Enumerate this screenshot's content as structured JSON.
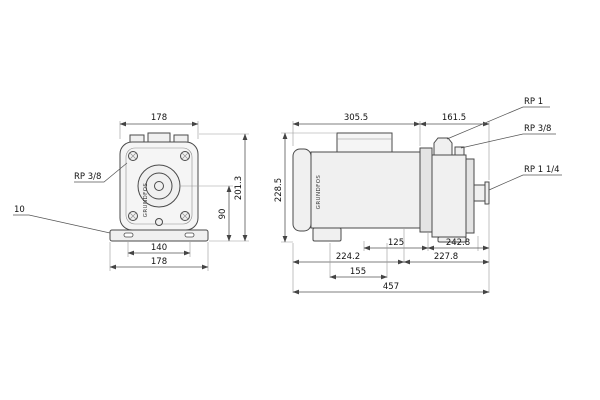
{
  "drawing": {
    "brand": "GRUNDFOS",
    "front_view": {
      "dim_width_top": "178",
      "dim_total_height": "201.3",
      "dim_port_height": "90",
      "dim_bolt_spacing": "140",
      "dim_width_bottom": "178",
      "port_label": "RP 3/8",
      "plate_label": "10"
    },
    "side_view": {
      "dim_length_motor": "305.5",
      "dim_length_pump": "161.5",
      "dim_total_height": "228.5",
      "dim_foot_span": "125",
      "dim_to_suction": "242.8",
      "dim_front_length": "224.2",
      "dim_rear_length": "227.8",
      "dim_foot_offset": "155",
      "dim_total_length": "457",
      "port_top": "RP 1",
      "port_vent": "RP 3/8",
      "port_suction": "RP 1 1/4"
    }
  }
}
